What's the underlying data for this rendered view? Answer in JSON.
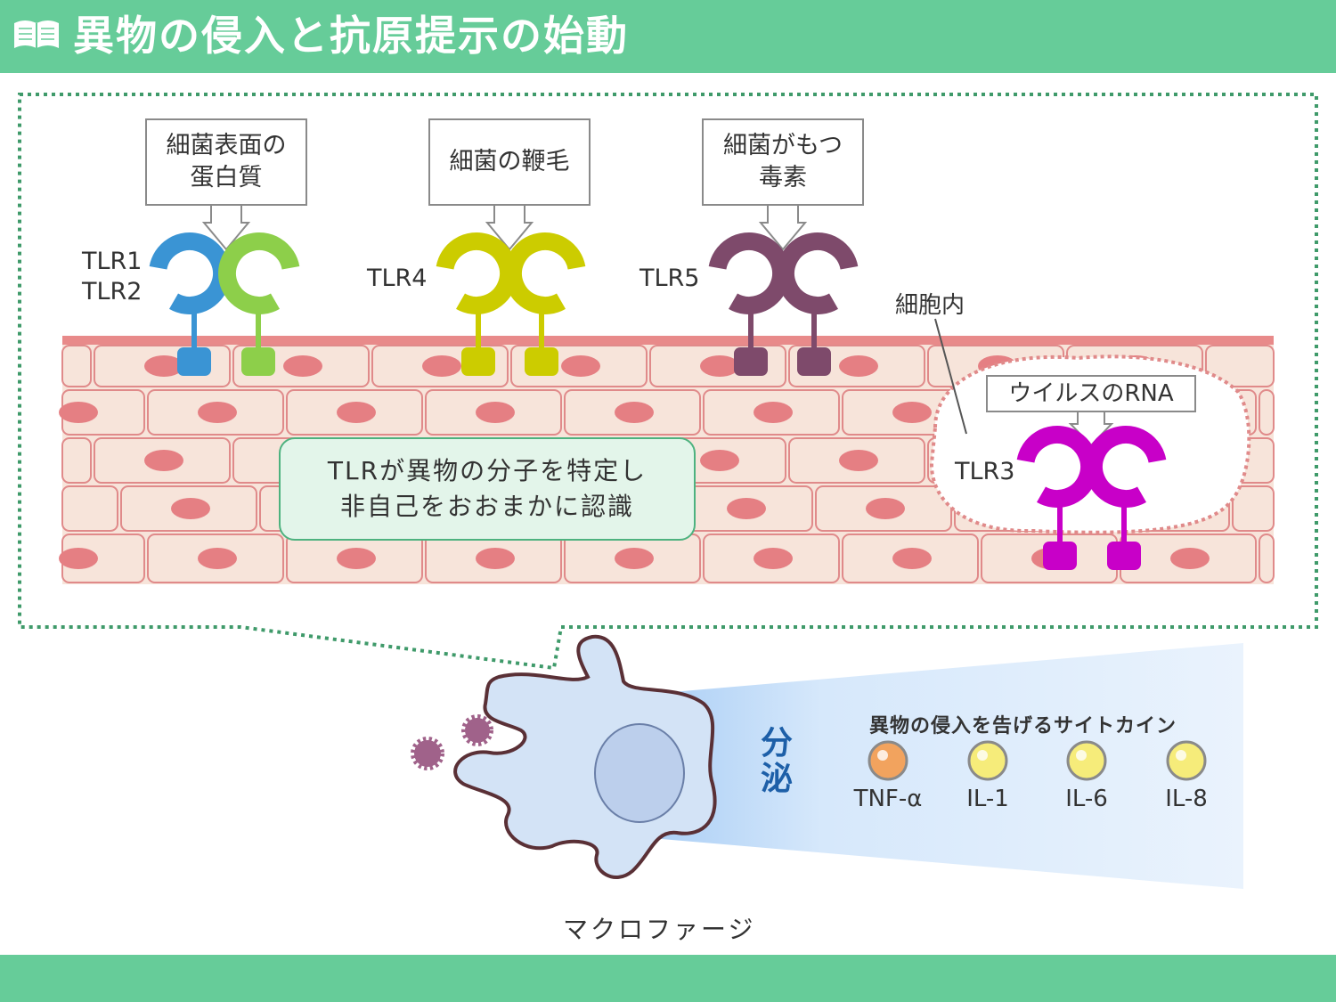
{
  "header": {
    "title": "異物の侵入と抗原提示の始動",
    "icon": "book-icon",
    "background": "#66cc99"
  },
  "callouts": {
    "tlr12": "細菌表面の\n蛋白質",
    "tlr4": "細菌の鞭毛",
    "tlr5": "細菌がもつ\n毒素",
    "tlr3": "ウイルスのRNA"
  },
  "receptors": {
    "tlr12": {
      "label": "TLR1\nTLR2",
      "colors": [
        "#3a94d4",
        "#8dcf4a"
      ]
    },
    "tlr4": {
      "label": "TLR4",
      "color": "#cccc00"
    },
    "tlr5": {
      "label": "TLR5",
      "color": "#7e4a6b"
    },
    "tlr3": {
      "label": "TLR3",
      "color": "#c800c8"
    }
  },
  "intracellular_label": "細胞内",
  "note": "TLRが異物の分子を特定し\n非自己をおおまかに認識",
  "secretion_label": "分\n泌",
  "cytokines": {
    "title": "異物の侵入を告げるサイトカイン",
    "items": [
      {
        "name": "TNF-α",
        "color": "#f2a35e"
      },
      {
        "name": "IL-1",
        "color": "#f6ec7a"
      },
      {
        "name": "IL-6",
        "color": "#f6ec7a"
      },
      {
        "name": "IL-8",
        "color": "#f6ec7a"
      }
    ]
  },
  "macrophage_label": "マクロファージ",
  "colors": {
    "accent": "#66cc99",
    "cell_fill": "#f7e4da",
    "cell_border": "#e08a8a",
    "nucleus": "#e57f83",
    "membrane": "#e88a8a"
  }
}
